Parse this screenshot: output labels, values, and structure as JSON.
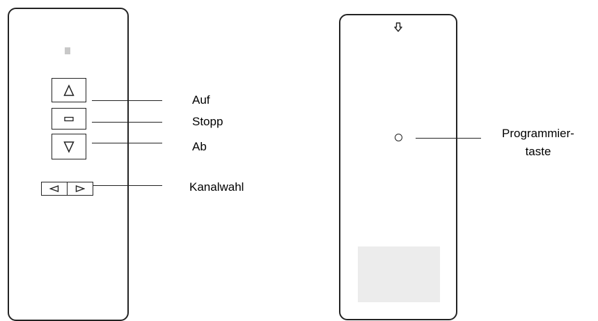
{
  "front": {
    "labels": {
      "up": "Auf",
      "stop": "Stopp",
      "down": "Ab",
      "channel": "Kanalwahl"
    }
  },
  "back": {
    "labels": {
      "program_line1": "Programmier-",
      "program_line2": "taste"
    }
  },
  "colors": {
    "outline": "#222222",
    "led": "#c8c8c8",
    "label_area": "#ececec"
  }
}
